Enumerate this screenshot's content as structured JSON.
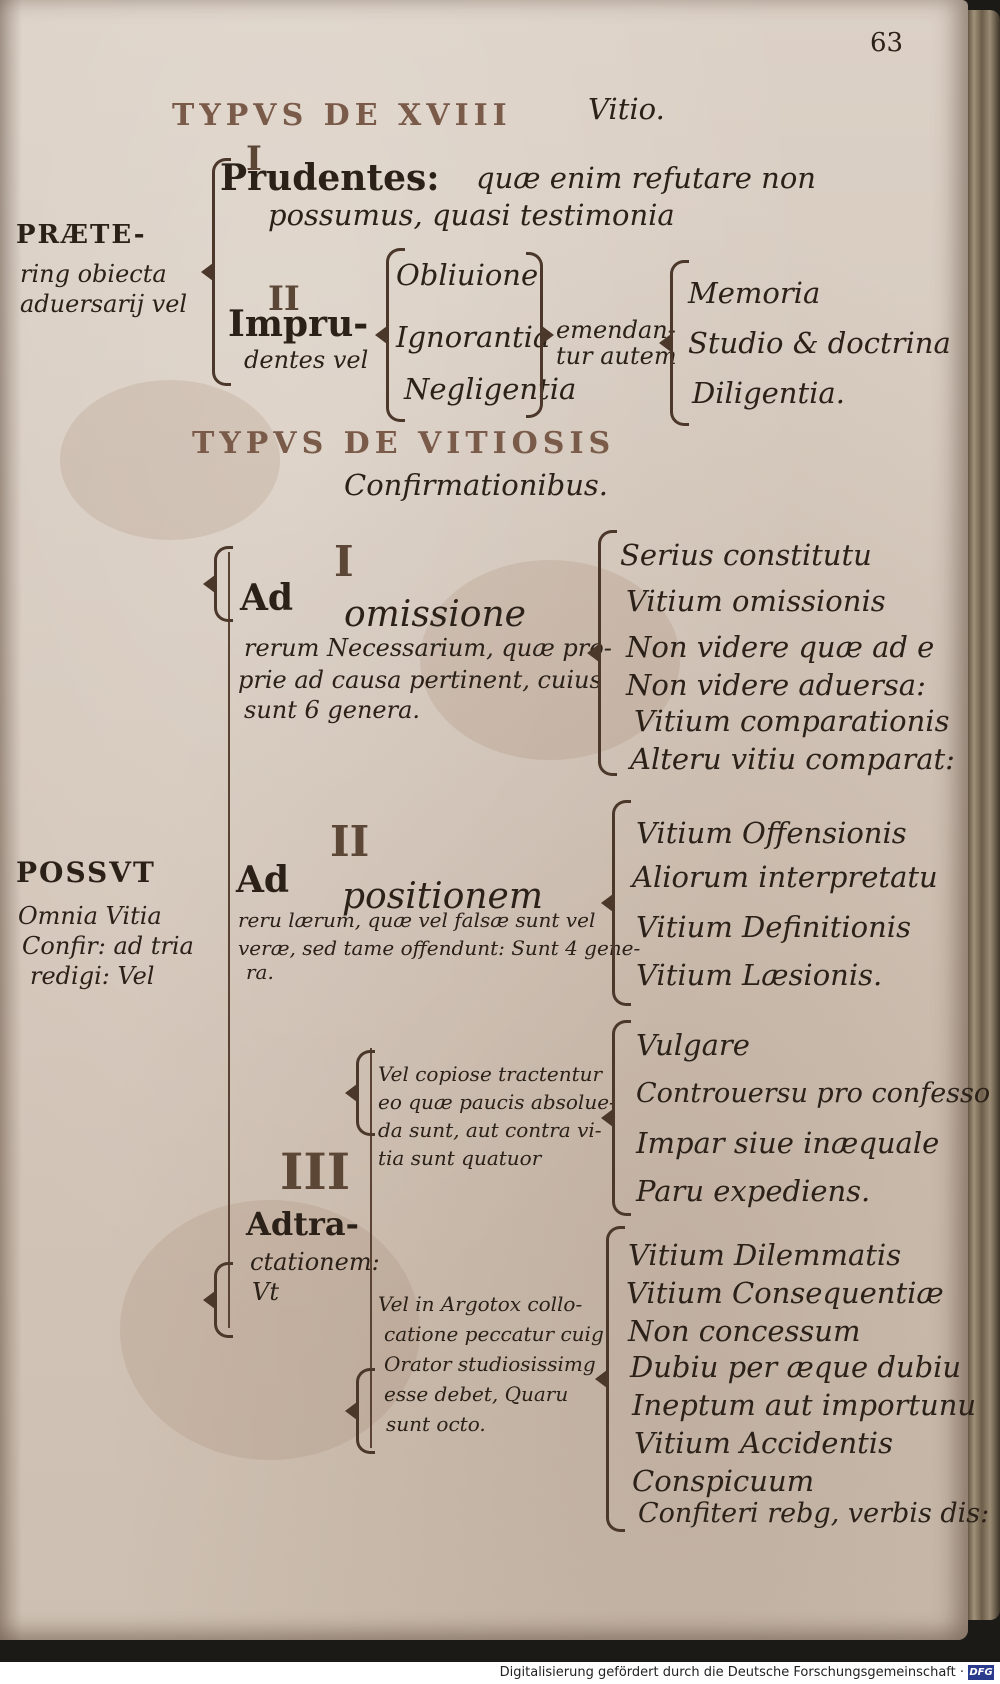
{
  "page_number": "63",
  "typus1": {
    "heading_caps": "TYPVS DE XVIII",
    "heading_rest": "Vitio.",
    "numeral_I": "I",
    "prudentes": "Prudentes:",
    "prudentes_text_1": "quæ enim refutare non",
    "prudentes_text_2": "possumus, quasi testimonia",
    "margin_title": "PRÆTE-",
    "margin_line_1": "ring obiecta",
    "margin_line_2": "aduersarij vel",
    "numeral_II": "II",
    "imprudentes_1": "Impru-",
    "imprudentes_2": "dentes vel",
    "causes": [
      "Obliuione",
      "Ignorantia",
      "Negligentia"
    ],
    "emendantur_1": "emendan-",
    "emendantur_2": "tur autem",
    "remedies": [
      "Memoria",
      "Studio & doctrina",
      "Diligentia."
    ]
  },
  "typus2": {
    "heading_caps": "TYPVS DE VITIOSIS",
    "heading_sub": "Confirmationibus.",
    "margin_title": "POSSVT",
    "margin_lines": [
      "Omnia Vitia",
      "Confir: ad tria",
      "redigi: Vel"
    ],
    "section1": {
      "numeral": "I",
      "title_ad": "Ad",
      "title_word": "omissione",
      "desc": [
        "rerum Necessarium, quæ pro-",
        "prie ad causa pertinent, cuius",
        "sunt 6 genera."
      ],
      "items": [
        "Serius constitutu",
        "Vitium omissionis",
        "Non videre quæ ad e",
        "Non videre aduersa:",
        "Vitium comparationis",
        "Alteru vitiu comparat:"
      ]
    },
    "section2": {
      "numeral": "II",
      "title_ad": "Ad",
      "title_word": "positionem",
      "desc": [
        "reru lærum, quæ vel falsæ sunt vel",
        "veræ, sed tame offendunt: Sunt 4 gene-",
        "ra."
      ],
      "items": [
        "Vitium Offensionis",
        "Aliorum interpretatu",
        "Vitium Definitionis",
        "Vitium Læsionis."
      ]
    },
    "section3": {
      "numeral": "III",
      "title": [
        "Adtra-",
        "ctationem:",
        "Vt"
      ],
      "sub_a_desc": [
        "Vel copiose tractentur",
        "eo quæ paucis absolue-",
        "da sunt, aut contra vi-",
        "tia sunt quatuor"
      ],
      "sub_a_items": [
        "Vulgare",
        "Controuersu pro confesso",
        "Impar siue inæquale",
        "Paru expediens."
      ],
      "sub_b_desc": [
        "Vel in Argotox collo-",
        "catione peccatur cuig",
        "Orator studiosissimg",
        "esse debet, Quaru",
        "sunt octo."
      ],
      "sub_b_items": [
        "Vitium Dilemmatis",
        "Vitium Consequentiæ",
        "Non concessum",
        "Dubiu per æque dubiu",
        "Ineptum aut importunu",
        "Vitium Accidentis",
        "Conspicuum",
        "Confiteri rebg, verbis dis:"
      ]
    }
  },
  "footer": {
    "credit": "Digitalisierung gefördert durch die Deutsche Forschungsgemeinschaft ·",
    "logo": "DFG"
  }
}
